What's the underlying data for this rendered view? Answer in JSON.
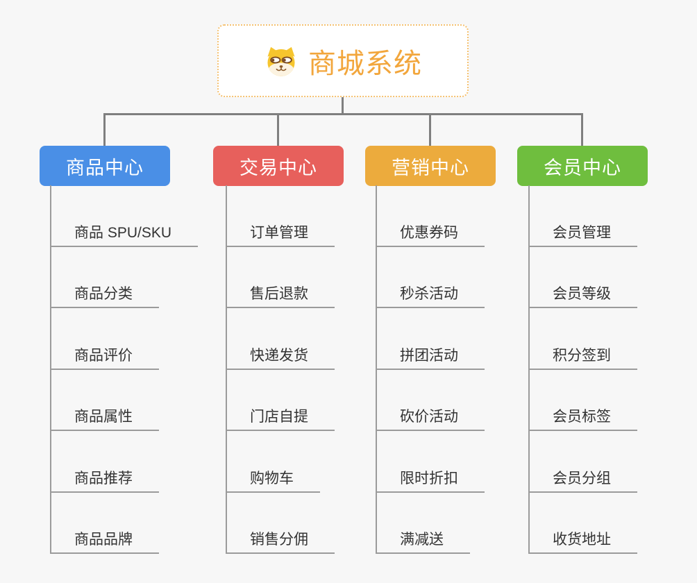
{
  "page": {
    "background_color": "#f7f7f7"
  },
  "root": {
    "title": "商城系统",
    "icon": "dog-face-icon",
    "text_color": "#f2a63c",
    "border_color": "#f5c170"
  },
  "connectors": {
    "main_color": "#7f7f7f",
    "line_color": "#9b9b9b"
  },
  "branches": [
    {
      "label": "商品中心",
      "color": "#4a8fe6",
      "items": [
        "商品 SPU/SKU",
        "商品分类",
        "商品评价",
        "商品属性",
        "商品推荐",
        "商品品牌"
      ]
    },
    {
      "label": "交易中心",
      "color": "#e7605c",
      "items": [
        "订单管理",
        "售后退款",
        "快递发货",
        "门店自提",
        "购物车",
        "销售分佣"
      ]
    },
    {
      "label": "营销中心",
      "color": "#ecab3d",
      "items": [
        "优惠券码",
        "秒杀活动",
        "拼团活动",
        "砍价活动",
        "限时折扣",
        "满减送"
      ]
    },
    {
      "label": "会员中心",
      "color": "#6fbe3e",
      "items": [
        "会员管理",
        "会员等级",
        "积分签到",
        "会员标签",
        "会员分组",
        "收货地址"
      ]
    }
  ]
}
